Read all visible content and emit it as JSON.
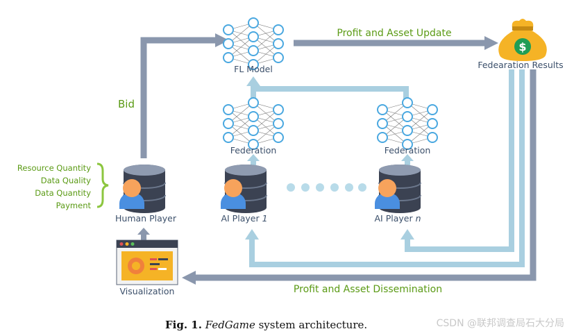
{
  "diagram": {
    "fl_model": "FL Model",
    "federation_results": "Fedearation Results",
    "profit_update": "Profit and Asset Update",
    "bid": "Bid",
    "federation_left": "Federation",
    "federation_right": "Federation",
    "attributes": [
      "Resource Quantity",
      "Data Quality",
      "Data Quantity",
      "Payment"
    ],
    "human_player": "Human Player",
    "ai_player_1_prefix": "AI Player ",
    "ai_player_1_index": "1",
    "ai_player_n_prefix": "AI Player ",
    "ai_player_n_index": "n",
    "visualization": "Visualization",
    "profit_dissemination": "Profit and Asset Dissemination",
    "money_symbol": "$"
  },
  "caption": {
    "fig": "Fig. 1.",
    "name": "FedGame",
    "text": " system architecture."
  },
  "watermark": "CSDN @联邦调查局石大分局",
  "colors": {
    "gray_arrow": "#8a97ad",
    "light_arrow": "#a9cfe0",
    "green_text": "#5a9a14",
    "node_blue": "#4aa8e0",
    "db_dark": "#3b4252",
    "person_blue": "#4a8fe0",
    "person_face": "#f7a35c"
  }
}
